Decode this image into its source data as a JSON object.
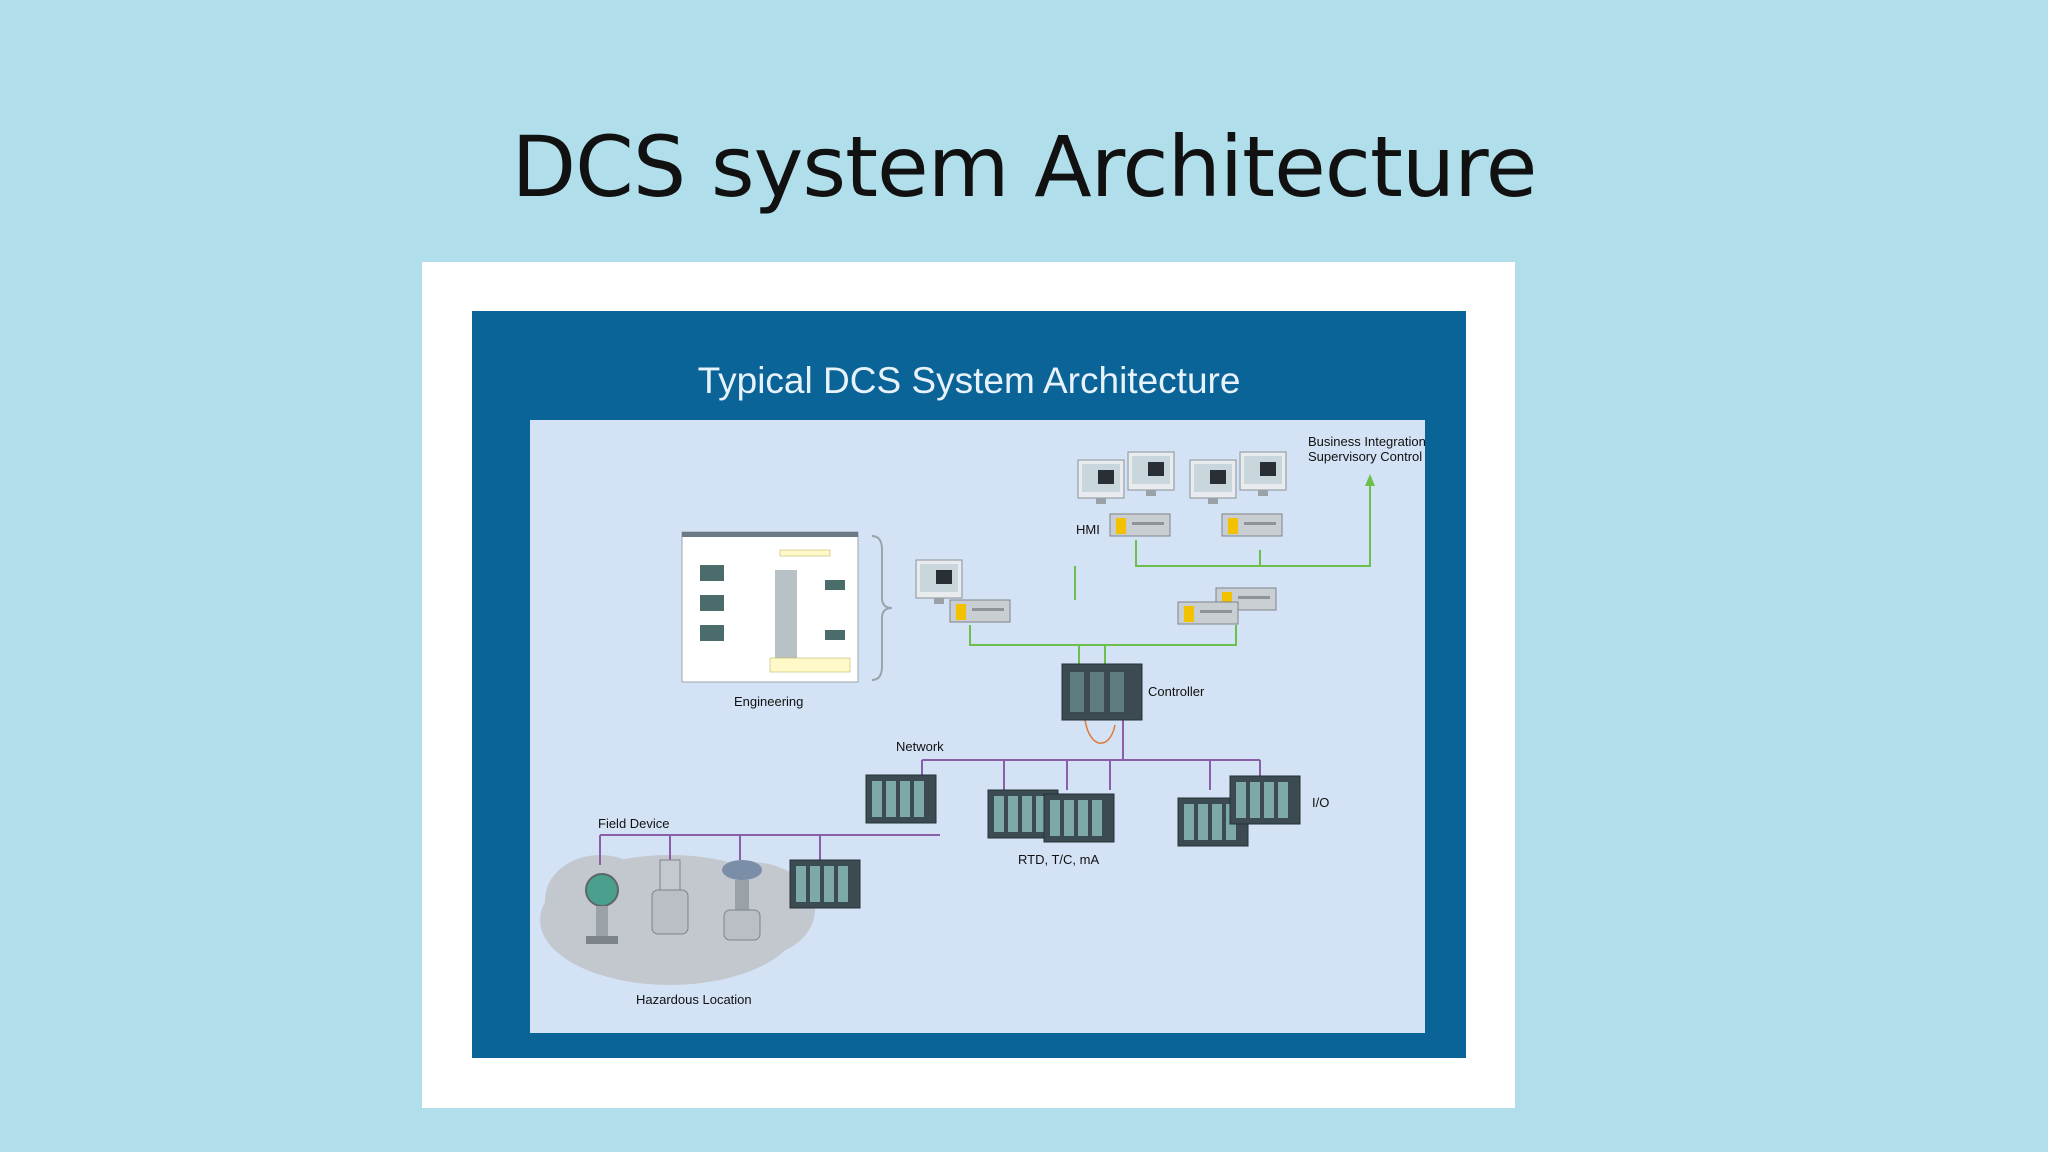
{
  "slide": {
    "title": "DCS system Architecture"
  },
  "diagram": {
    "title": "Typical DCS System Architecture",
    "labels": {
      "business_line1": "Business Integration",
      "business_line2": "Supervisory Control",
      "hmi": "HMI",
      "engineering": "Engineering",
      "controller": "Controller",
      "network": "Network",
      "io": "I/O",
      "rtd": "RTD, T/C, mA",
      "field_device": "Field Device",
      "hazardous": "Hazardous Location"
    },
    "colors": {
      "background": "#b0dfeb",
      "panel_blue": "#0b6497",
      "diagram_bg": "#d3e2f4",
      "green_link": "#6cbf4a",
      "purple_bus": "#8a5fa8"
    }
  }
}
